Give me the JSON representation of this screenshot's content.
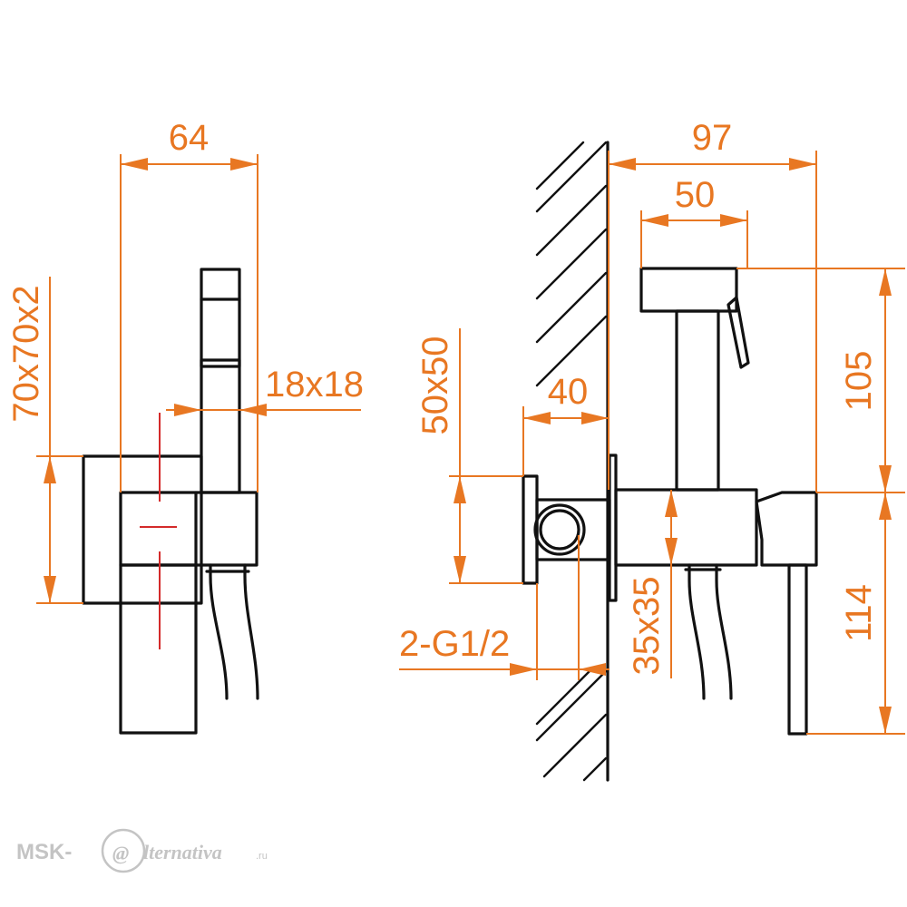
{
  "dimensions": {
    "side_width": "64",
    "handle_section": "18x18",
    "body_section_left": "70x70x2",
    "total_depth": "97",
    "shower_head_width": "50",
    "outlet_section": "50x50",
    "outlet_depth": "40",
    "thread": "2-G1/2",
    "body_section_right": "35x35",
    "holder_height": "105",
    "handle_height": "114"
  },
  "watermark": {
    "brand_prefix": "MSK-",
    "brand_glyph": "@",
    "brand_suffix": "lternativa",
    "domain": ".ru"
  },
  "colors": {
    "dimension": "#e87722",
    "outline": "#111111",
    "axis": "#d42a2a",
    "watermark": "#c4c4c4"
  }
}
